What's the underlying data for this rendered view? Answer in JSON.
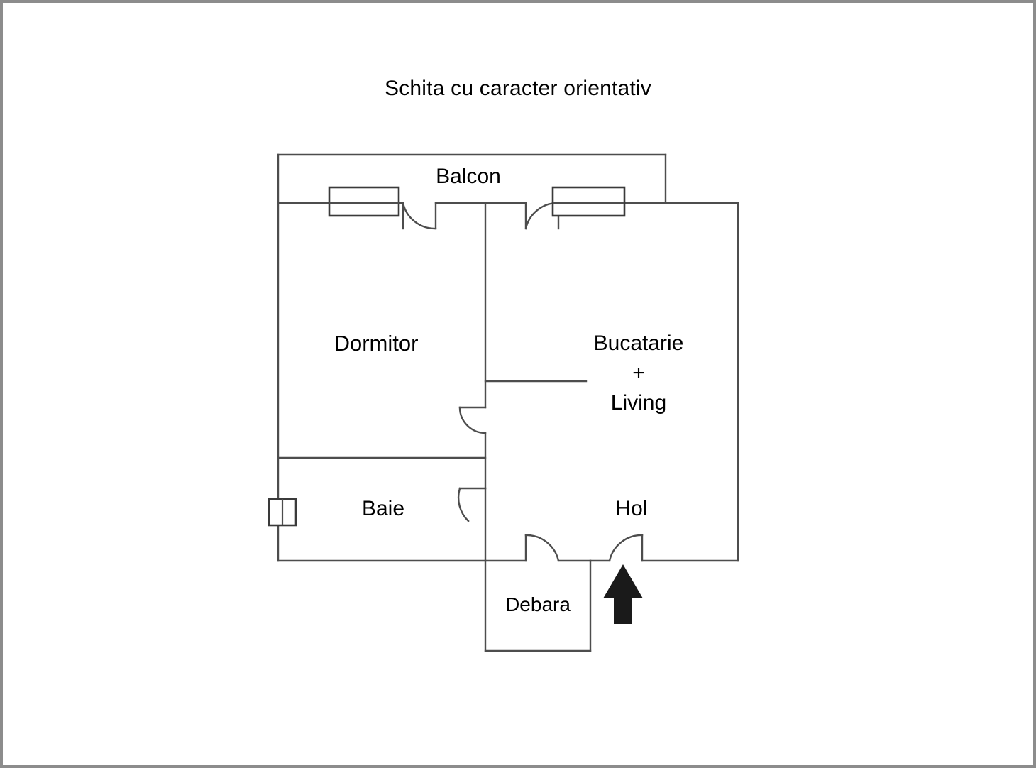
{
  "document": {
    "title": "Schita cu caracter orientativ",
    "type": "floor-plan",
    "language": "ro"
  },
  "frame": {
    "border_color": "#8c8c8c",
    "background_color": "#ffffff"
  },
  "plan": {
    "line_color": "#4d4d4d",
    "wall_color": "#3a3a3a",
    "arrow_color": "#1a1a1a",
    "rooms": [
      {
        "id": "balcon",
        "label": "Balcon"
      },
      {
        "id": "dormitor",
        "label": "Dormitor"
      },
      {
        "id": "bucatarie",
        "label": "Bucatarie",
        "label_line2": "+",
        "label_line3": "Living"
      },
      {
        "id": "baie",
        "label": "Baie"
      },
      {
        "id": "hol",
        "label": "Hol"
      },
      {
        "id": "debara",
        "label": "Debara"
      }
    ],
    "features": {
      "windows": 3,
      "doors": 6,
      "entrance_arrow": "up-arrow"
    }
  }
}
